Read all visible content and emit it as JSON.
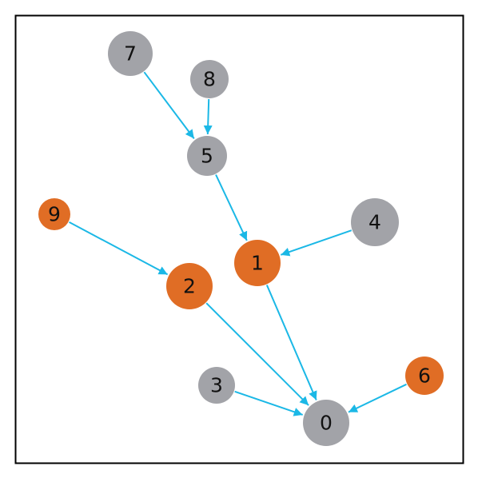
{
  "graph": {
    "type": "directed-graph",
    "colors": {
      "edge": "#1bb8e6",
      "gray_node": "#a2a3a8",
      "orange_node": "#e06d25",
      "frame": "#000000"
    },
    "nodes": [
      {
        "id": "0",
        "label": "0",
        "color": "gray"
      },
      {
        "id": "1",
        "label": "1",
        "color": "orange"
      },
      {
        "id": "2",
        "label": "2",
        "color": "orange"
      },
      {
        "id": "3",
        "label": "3",
        "color": "gray"
      },
      {
        "id": "4",
        "label": "4",
        "color": "gray"
      },
      {
        "id": "5",
        "label": "5",
        "color": "gray"
      },
      {
        "id": "6",
        "label": "6",
        "color": "orange"
      },
      {
        "id": "7",
        "label": "7",
        "color": "gray"
      },
      {
        "id": "8",
        "label": "8",
        "color": "gray"
      },
      {
        "id": "9",
        "label": "9",
        "color": "orange"
      }
    ],
    "edges": [
      {
        "from": "7",
        "to": "5"
      },
      {
        "from": "8",
        "to": "5"
      },
      {
        "from": "5",
        "to": "1"
      },
      {
        "from": "4",
        "to": "1"
      },
      {
        "from": "9",
        "to": "2"
      },
      {
        "from": "1",
        "to": "0"
      },
      {
        "from": "2",
        "to": "0"
      },
      {
        "from": "3",
        "to": "0"
      },
      {
        "from": "6",
        "to": "0"
      }
    ]
  }
}
